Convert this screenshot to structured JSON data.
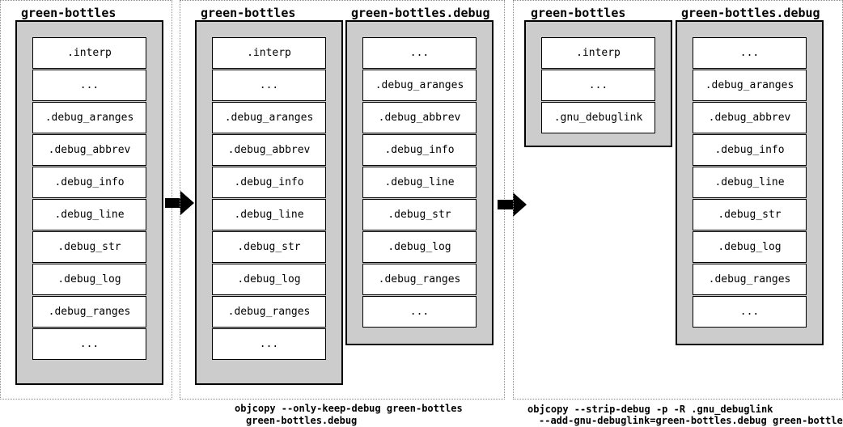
{
  "stage1": {
    "original": {
      "title": "green-bottles",
      "sections": [
        ".interp",
        "...",
        ".debug_aranges",
        ".debug_abbrev",
        ".debug_info",
        ".debug_line",
        ".debug_str",
        ".debug_log",
        ".debug_ranges",
        "..."
      ]
    }
  },
  "stage2": {
    "original": {
      "title": "green-bottles",
      "sections": [
        ".interp",
        "...",
        ".debug_aranges",
        ".debug_abbrev",
        ".debug_info",
        ".debug_line",
        ".debug_str",
        ".debug_log",
        ".debug_ranges",
        "..."
      ]
    },
    "debug": {
      "title": "green-bottles.debug",
      "sections": [
        "...",
        ".debug_aranges",
        ".debug_abbrev",
        ".debug_info",
        ".debug_line",
        ".debug_str",
        ".debug_log",
        ".debug_ranges",
        "..."
      ]
    },
    "command_line1": "objcopy --only-keep-debug green-bottles",
    "command_line2": "green-bottles.debug"
  },
  "stage3": {
    "stripped": {
      "title": "green-bottles",
      "sections": [
        ".interp",
        "...",
        ".gnu_debuglink"
      ]
    },
    "debug": {
      "title": "green-bottles.debug",
      "sections": [
        "...",
        ".debug_aranges",
        ".debug_abbrev",
        ".debug_info",
        ".debug_line",
        ".debug_str",
        ".debug_log",
        ".debug_ranges",
        "..."
      ]
    },
    "command_line1": "objcopy --strip-debug -p -R .gnu_debuglink",
    "command_line2": "--add-gnu-debuglink=green-bottles.debug green-bottles"
  },
  "colors": {
    "file_fill": "#cccccc",
    "section_fill": "#ffffff",
    "outline": "#000000"
  },
  "icons": [
    "right-arrow-icon",
    "right-arrow-icon"
  ]
}
